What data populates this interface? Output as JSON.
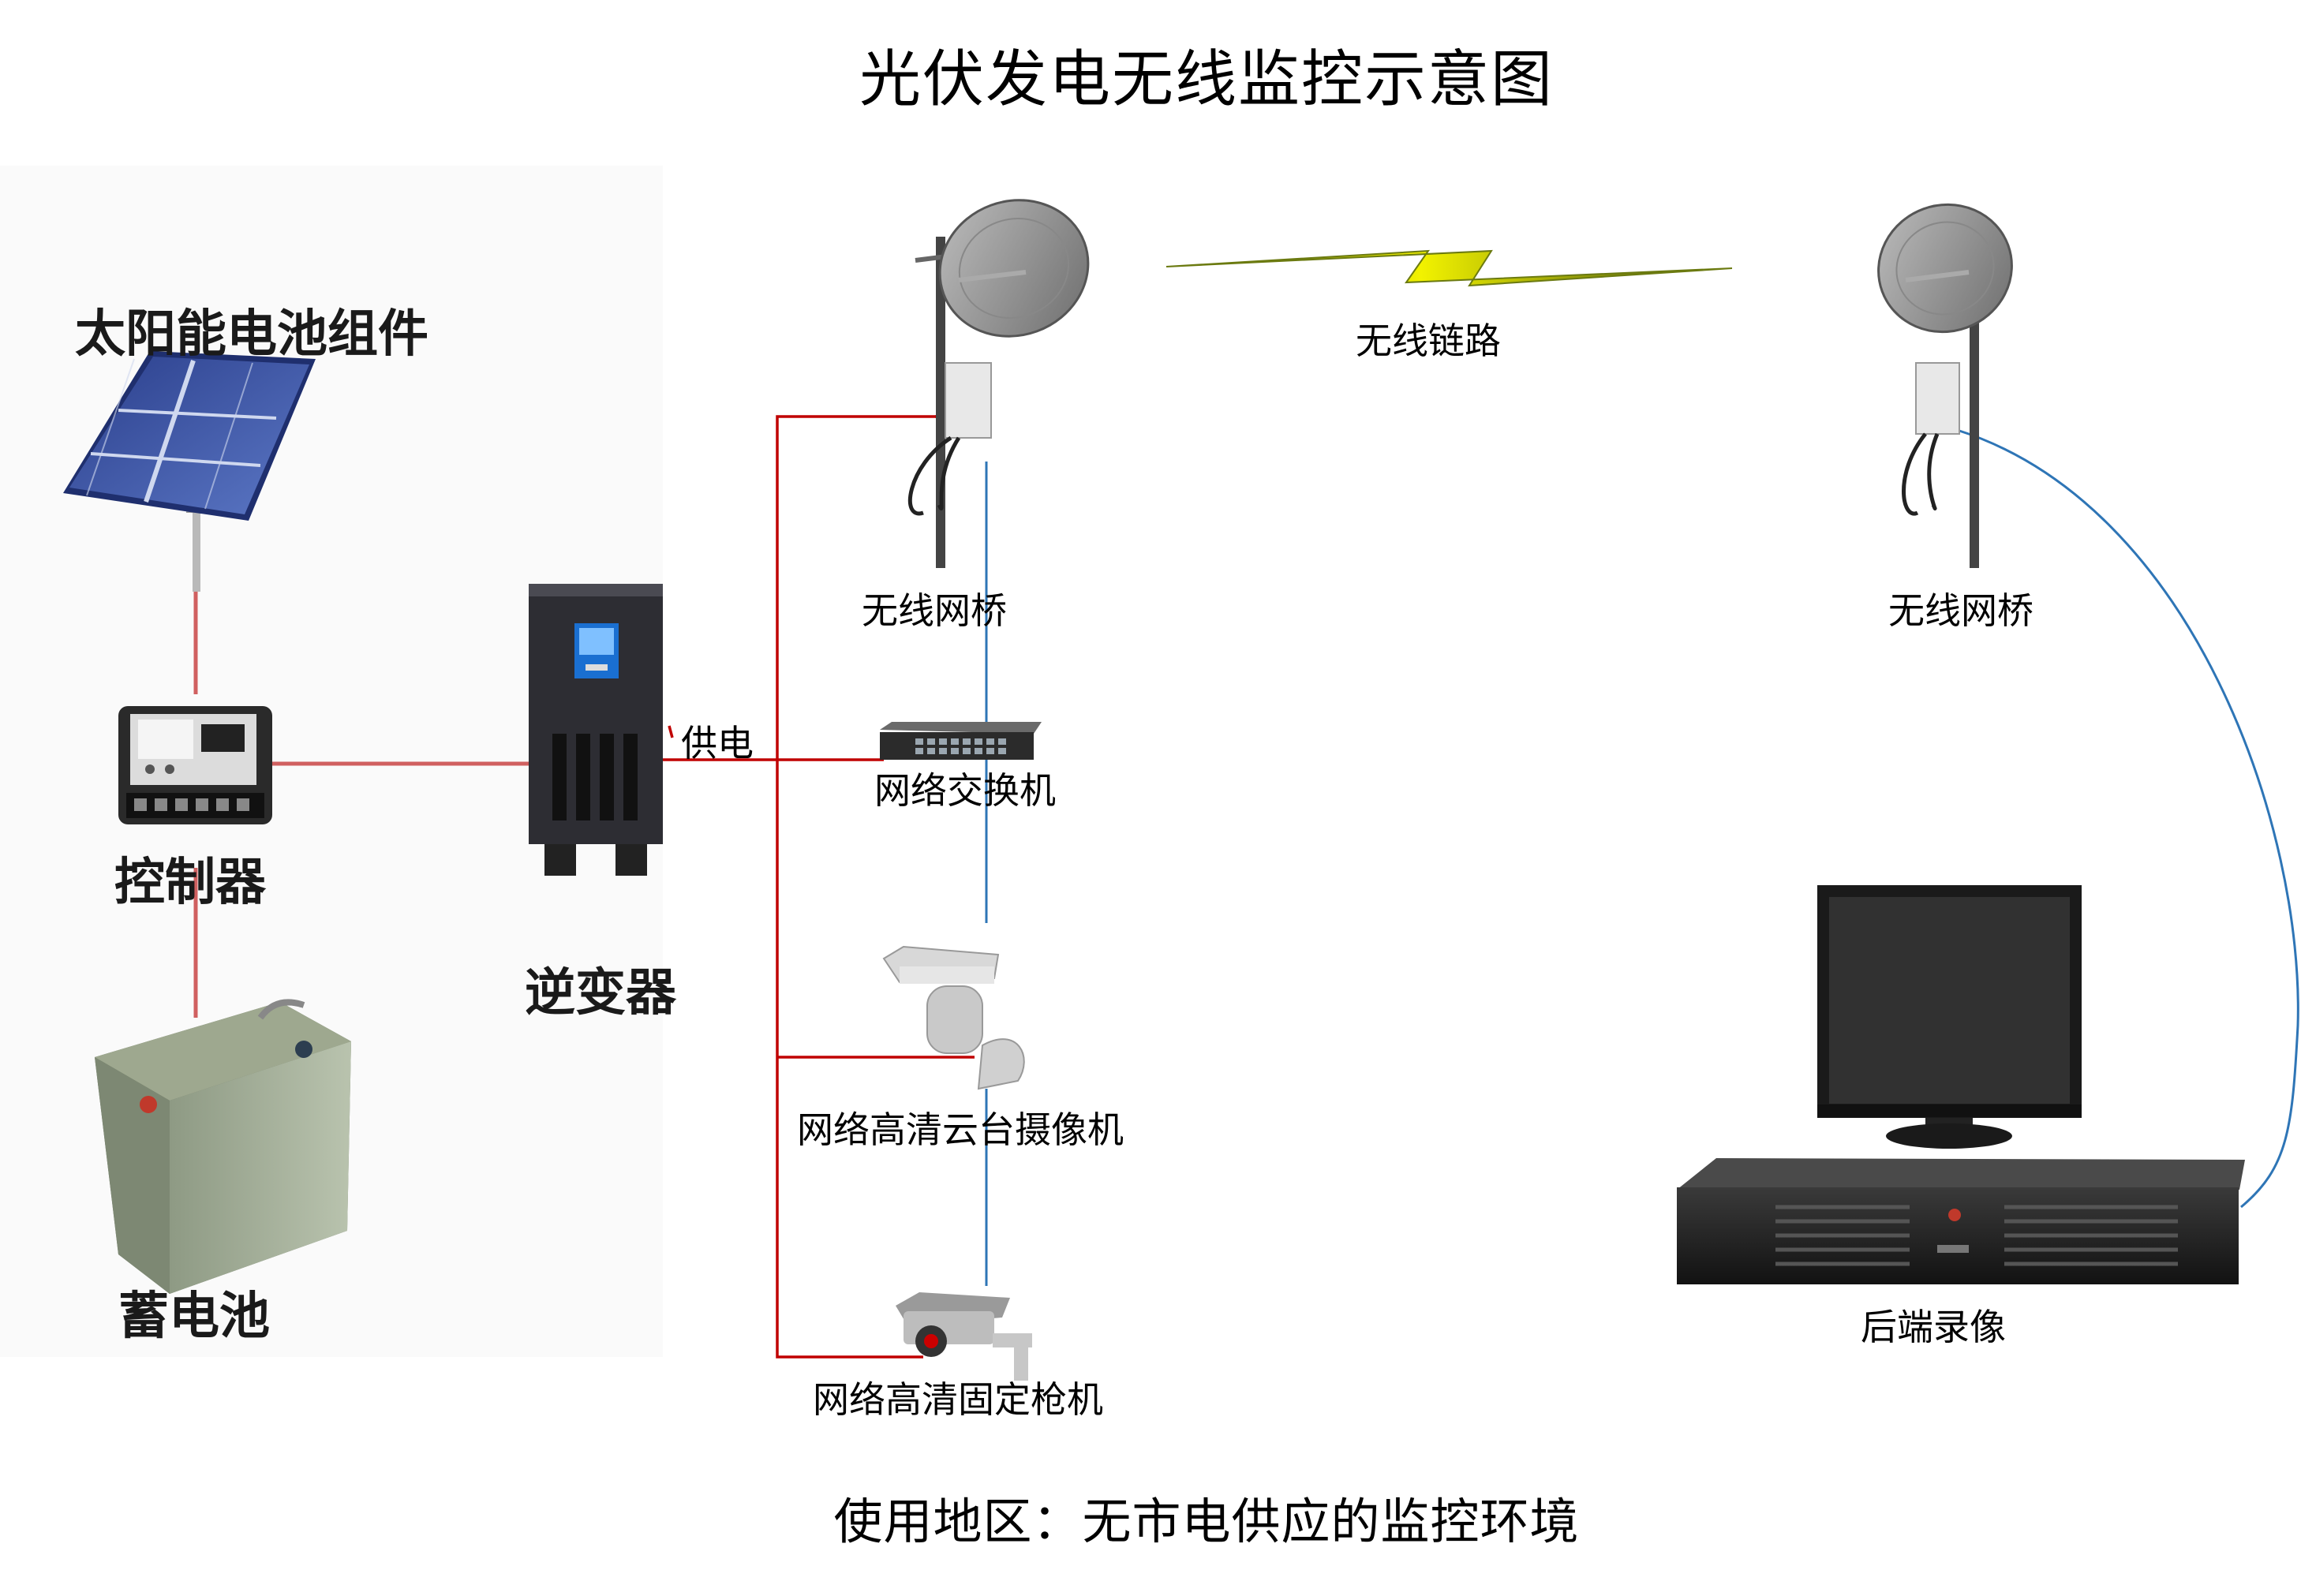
{
  "title": "光伏发电无线监控示意图",
  "footer": "使用地区：无市电供应的监控环境",
  "left_panel": {
    "solar_label": "太阳能电池组件",
    "controller_label": "控制器",
    "battery_label": "蓄电池",
    "inverter_label": "逆变器"
  },
  "labels": {
    "power_supply": "供电",
    "wireless_link": "无线链路",
    "bridge_left": "无线网桥",
    "bridge_right": "无线网桥",
    "switch": "网络交换机",
    "ptz_camera": "网络高清云台摄像机",
    "fixed_camera": "网络高清固定枪机",
    "nvr": "后端录像"
  },
  "colors": {
    "power_line": "#c00000",
    "network_line": "#2e75b6",
    "lightning": "#e8e800"
  },
  "icons": {
    "solar_panel": "solar-panel-icon",
    "controller": "charge-controller-icon",
    "battery": "battery-icon",
    "inverter": "inverter-icon",
    "bridge": "dish-antenna-icon",
    "switch": "network-switch-icon",
    "ptz": "ptz-camera-icon",
    "bullet": "bullet-camera-icon",
    "monitor": "monitor-icon",
    "nvr": "nvr-recorder-icon"
  }
}
